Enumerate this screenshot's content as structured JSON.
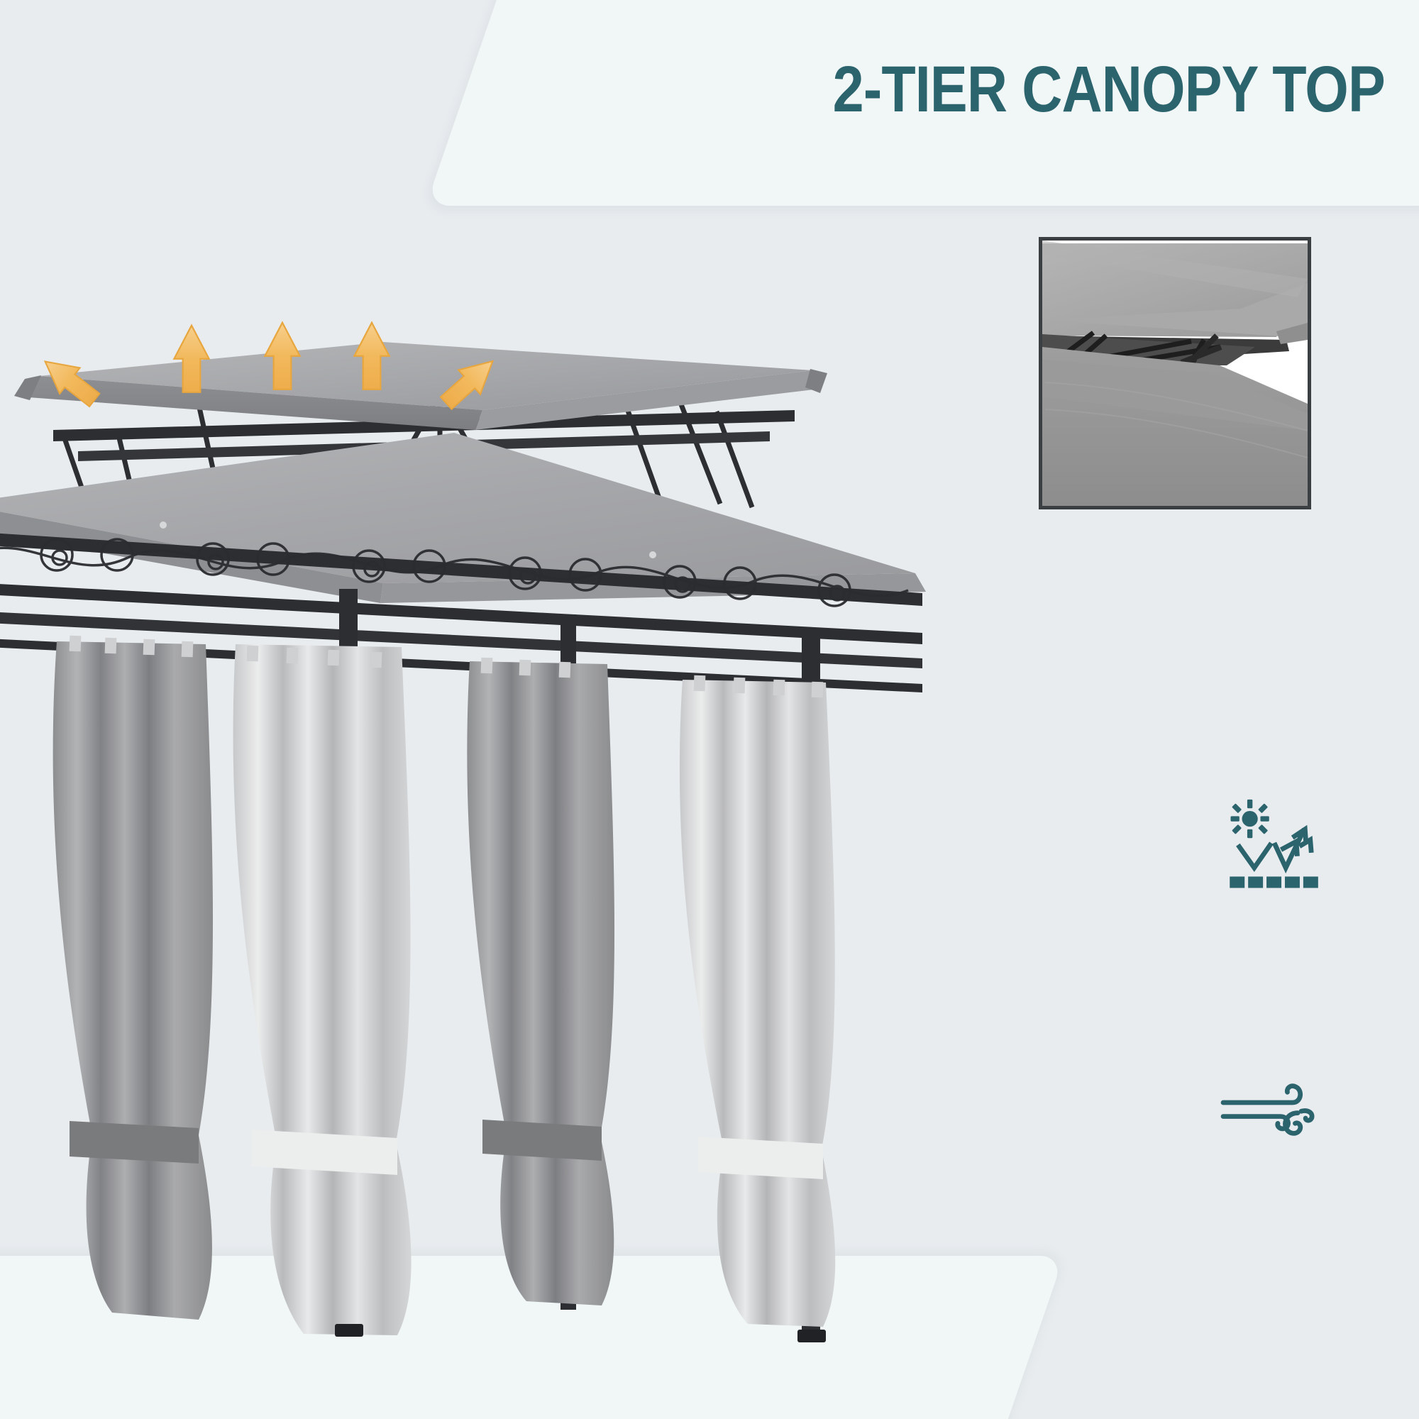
{
  "headline": {
    "text": "2-TIER CANOPY TOP",
    "color": "#2c646e"
  },
  "background": {
    "base_color": "#e8ecef",
    "banner_color": "#f1f6f7"
  },
  "inset": {
    "name": "canopy-vent-closeup",
    "description": "Close-up photo of the vented gap between the two canopy tiers",
    "border_color": "#3b3f42",
    "canopy_fabric_color": "#a8a8a8",
    "frame_color": "#2f3134"
  },
  "product": {
    "name": "2-tier-gazebo",
    "canopy_color": "#a8a8a8",
    "canopy_shade_color": "#8f9093",
    "frame_color": "#2c2e31",
    "curtain_light_color": "#d9dadb",
    "curtain_dark_color": "#9a9b9d",
    "tieback_color": "#e3e4e5",
    "airflow_arrow_color": "#f2b95c",
    "airflow_arrow_count": 5,
    "airflow_arrow_label": "airflow-arrow",
    "curtain_panel_count": 4,
    "post_count": 4
  },
  "features": [
    {
      "id": "uv",
      "icon": "uv-protection-icon",
      "description": "Sun rays reflecting off fabric surface"
    },
    {
      "id": "wind",
      "icon": "wind-icon",
      "description": "Wind flow swirls"
    }
  ]
}
